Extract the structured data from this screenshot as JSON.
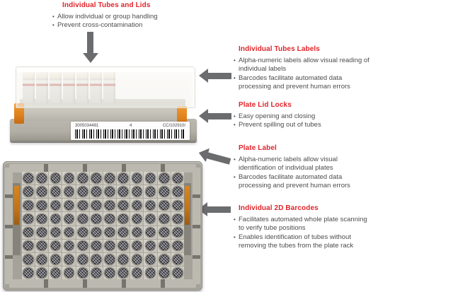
{
  "colors": {
    "accent_red": "#e1252b",
    "body_text": "#4d4d4f",
    "arrow_gray": "#6b6c6e",
    "orange_lock": "#e0821e",
    "rack_gray": "#c7c4bb",
    "plate_gray": "#a5a29a"
  },
  "annotations": [
    {
      "title": "Individual Tubes and Lids",
      "bullets": [
        "Allow individual or group handling",
        "Prevent cross-contamination"
      ]
    },
    {
      "title": "Individual Tubes Labels",
      "bullets": [
        "Alpha-numeric labels allow visual reading of individual labels",
        "Barcodes facilitate automated data processing and prevent human errors"
      ]
    },
    {
      "title": "Plate Lid Locks",
      "bullets": [
        "Easy opening and closing",
        "Prevent spilling out of tubes"
      ]
    },
    {
      "title": "Plate Label",
      "bullets": [
        "Alpha-numeric labels allow visual identification of individual plates",
        "Barcodes facilitate automated data processing and prevent human errors"
      ]
    },
    {
      "title": "Individual 2D Barcodes",
      "bullets": [
        "Facilitates automated whole plate scanning to verify tube positions",
        "Enables identification of tubes without removing the tubes from the plate rack"
      ]
    }
  ],
  "rack_photo": {
    "label_number": "3005034481",
    "label_count": "4",
    "label_code": "CC/102910/",
    "tube_count": 7
  },
  "plate_photo": {
    "rows": 8,
    "cols": 12
  }
}
